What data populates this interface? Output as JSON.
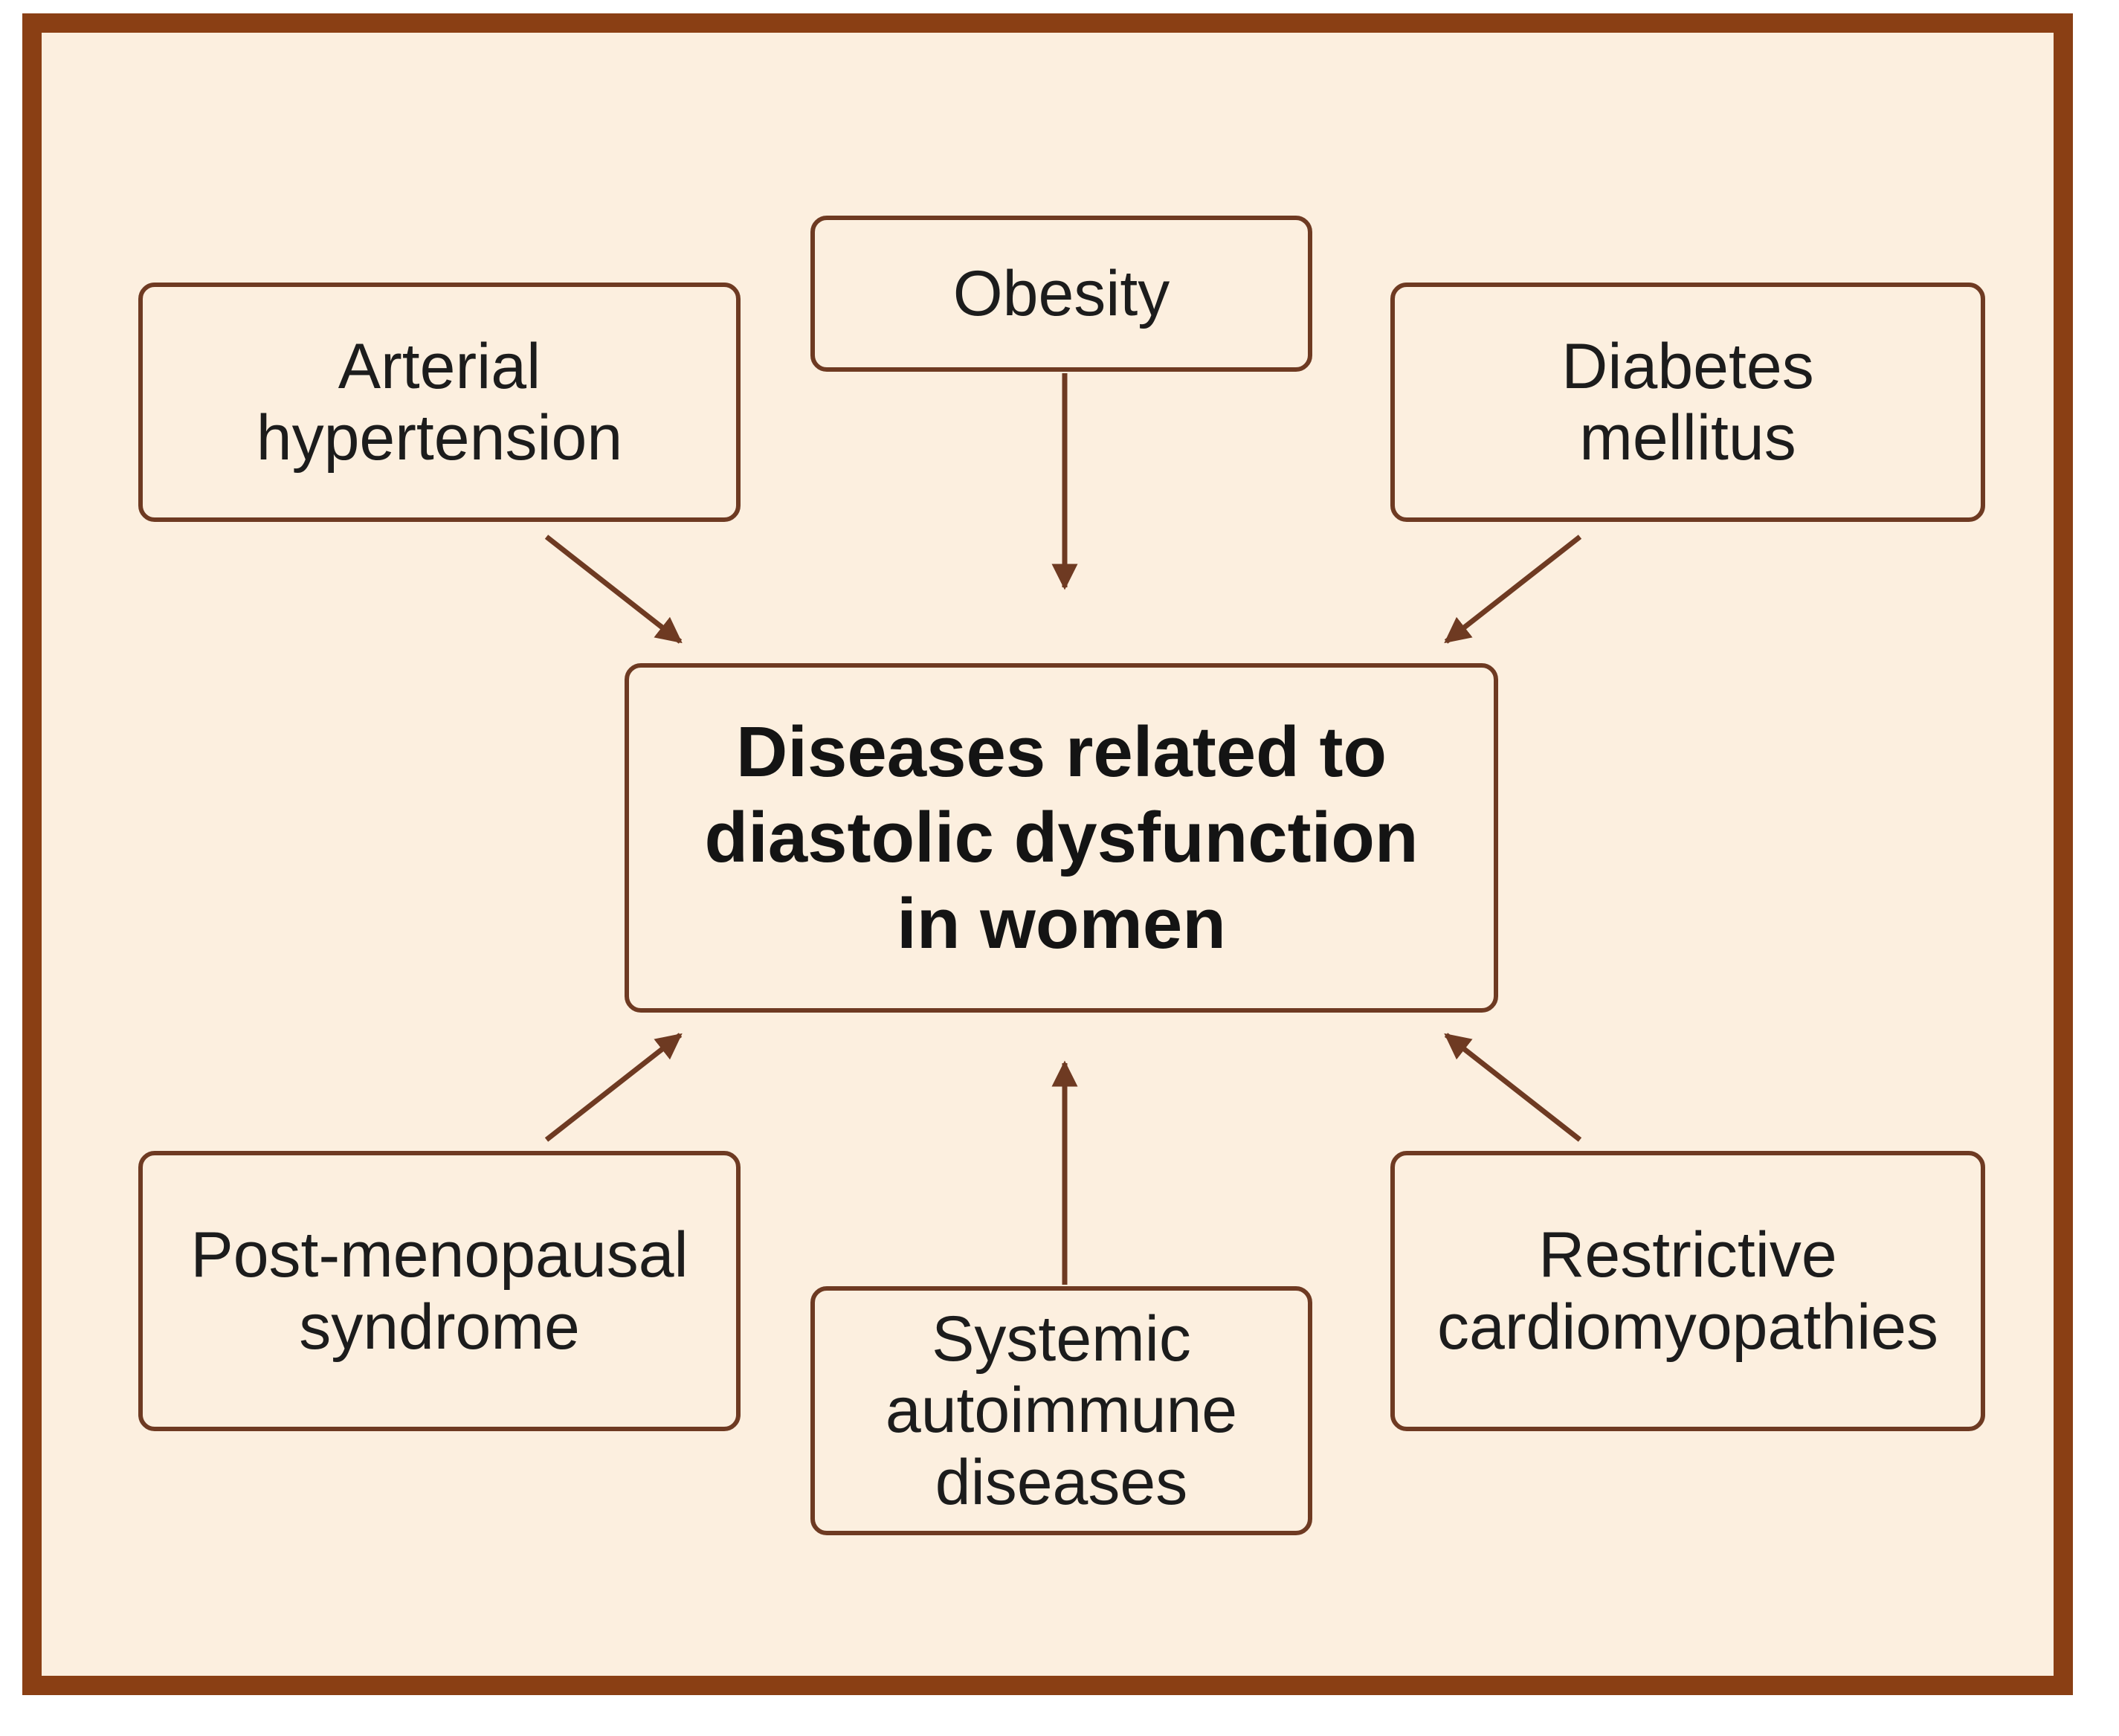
{
  "center": {
    "label": "Diseases related to\ndiastolic dysfunction\nin women"
  },
  "factors": {
    "hypertension": "Arterial\nhypertension",
    "obesity": "Obesity",
    "diabetes": "Diabetes\nmellitus",
    "postmenopausal": "Post-menopausal\nsyndrome",
    "autoimmune": "Systemic\nautoimmune\ndiseases",
    "cardiomyopathies": "Restrictive\ncardiomyopathies"
  },
  "colors": {
    "frame": "#8a3f14",
    "background": "#fcefdf",
    "box_border": "#6e3a22",
    "arrow": "#6e3a22"
  }
}
